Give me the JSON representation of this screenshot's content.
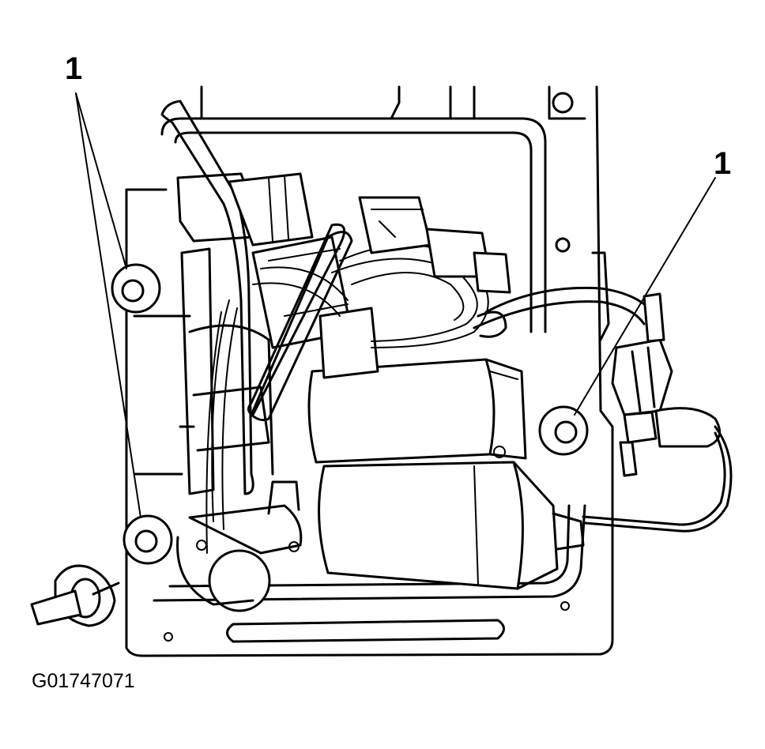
{
  "callouts": {
    "left": "1",
    "right": "1"
  },
  "figure_id": "G01747071"
}
